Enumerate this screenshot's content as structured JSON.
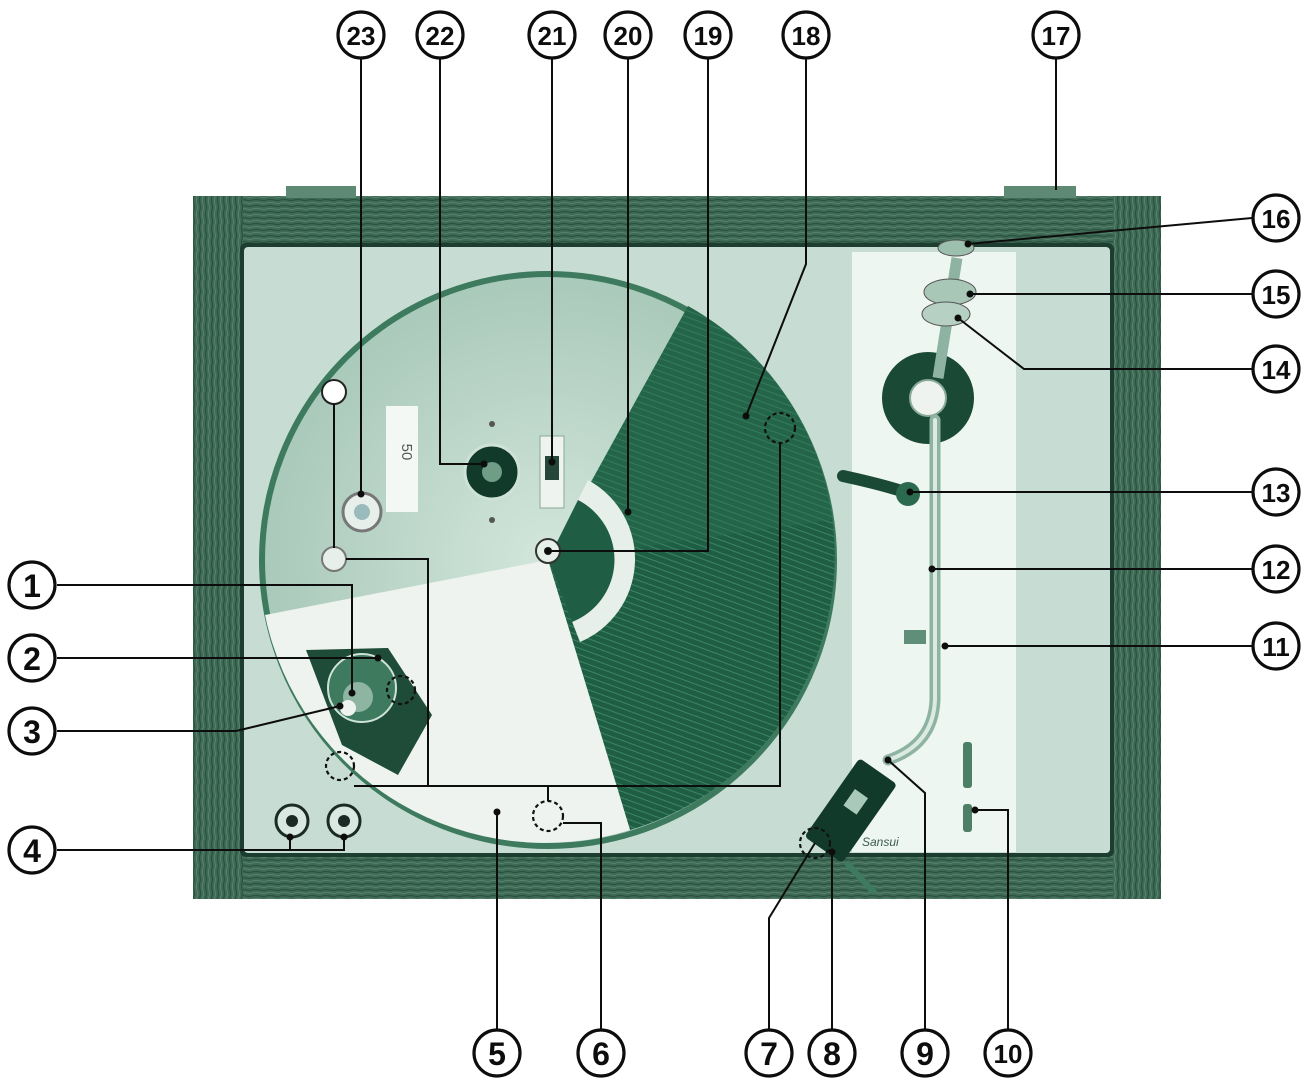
{
  "figure": {
    "brand_label": "Sansui",
    "speed_badge": "50"
  },
  "callouts": [
    {
      "num": "1"
    },
    {
      "num": "2"
    },
    {
      "num": "3"
    },
    {
      "num": "4"
    },
    {
      "num": "5"
    },
    {
      "num": "6"
    },
    {
      "num": "7"
    },
    {
      "num": "8"
    },
    {
      "num": "9"
    },
    {
      "num": "10"
    },
    {
      "num": "11"
    },
    {
      "num": "12"
    },
    {
      "num": "13"
    },
    {
      "num": "14"
    },
    {
      "num": "15"
    },
    {
      "num": "16"
    },
    {
      "num": "17"
    },
    {
      "num": "18"
    },
    {
      "num": "19"
    },
    {
      "num": "20"
    },
    {
      "num": "21"
    },
    {
      "num": "22"
    },
    {
      "num": "23"
    }
  ],
  "colors": {
    "wood": "#3f6a55",
    "wood_dark": "#244a38",
    "deck": "#c7ddd3",
    "armboard": "#eef6f1",
    "platter_rim": "#a9c9ba",
    "record_dark": "#1f5e44",
    "record_groove": "#2e7555",
    "label_light": "#e6efe9",
    "ink": "#0d0d0d"
  }
}
